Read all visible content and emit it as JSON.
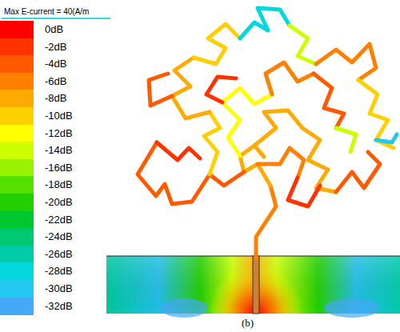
{
  "diagram": {
    "caption": "(b)",
    "labels": [
      "Max E-current = 40(A/m"
    ],
    "legend": [
      {
        "text": "0dB",
        "color": "#ff0000"
      },
      {
        "text": "-2dB",
        "color": "#ff3300"
      },
      {
        "text": "-4dB",
        "color": "#ff5a00"
      },
      {
        "text": "-6dB",
        "color": "#ff8000"
      },
      {
        "text": "-8dB",
        "color": "#ffaa00"
      },
      {
        "text": "-10dB",
        "color": "#ffd000"
      },
      {
        "text": "-12dB",
        "color": "#ffff00"
      },
      {
        "text": "-14dB",
        "color": "#ccff00"
      },
      {
        "text": "-16dB",
        "color": "#99f200"
      },
      {
        "text": "-18dB",
        "color": "#55e000"
      },
      {
        "text": "-20dB",
        "color": "#22d000"
      },
      {
        "text": "-22dB",
        "color": "#00c830"
      },
      {
        "text": "-24dB",
        "color": "#00c870"
      },
      {
        "text": "-26dB",
        "color": "#00ccaa"
      },
      {
        "text": "-28dB",
        "color": "#00d8dd"
      },
      {
        "text": "-30dB",
        "color": "#22c8f0"
      },
      {
        "text": "-32dB",
        "color": "#44aaf8"
      }
    ]
  }
}
